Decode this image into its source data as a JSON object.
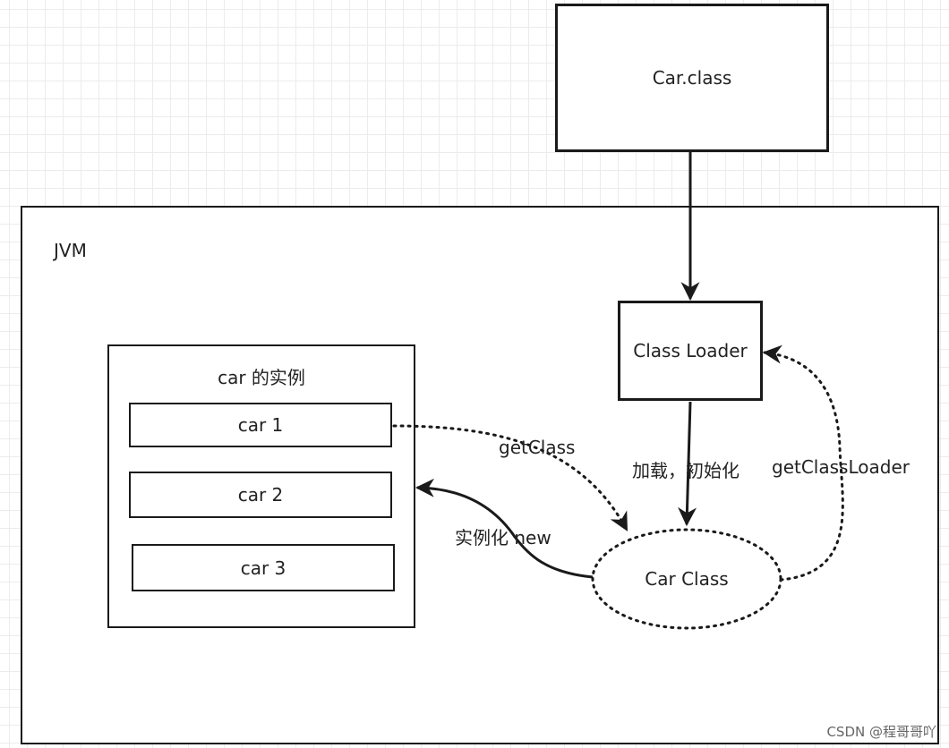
{
  "diagram": {
    "car_class_file": "Car.class",
    "jvm_label": "JVM",
    "class_loader": "Class Loader",
    "instances_title": "car 的实例",
    "instances": [
      "car 1",
      "car 2",
      "car 3"
    ],
    "car_class": "Car Class",
    "edges": {
      "get_class": "getClass",
      "load_init": "加载，初始化",
      "get_class_loader": "getClassLoader",
      "instantiate_new": "实例化 new"
    }
  },
  "watermark": "CSDN @程哥哥吖",
  "colors": {
    "stroke": "#1a1a1a",
    "grid": "#ececec",
    "background": "#ffffff"
  }
}
